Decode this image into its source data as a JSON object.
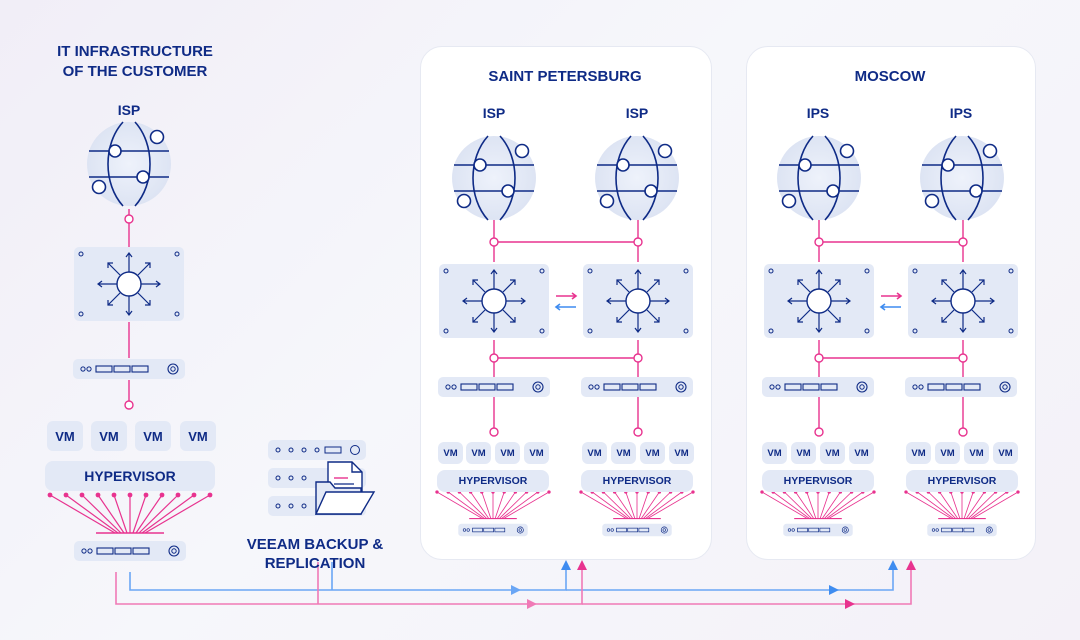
{
  "customer": {
    "title_line1": "IT INFRASTRUCTURE",
    "title_line2": "OF THE CUSTOMER",
    "isp_label": "ISP",
    "vm_labels": [
      "VM",
      "VM",
      "VM",
      "VM"
    ],
    "hypervisor_label": "HYPERVISOR"
  },
  "veeam": {
    "label_line1": "VEEAM BACKUP &",
    "label_line2": "REPLICATION"
  },
  "saint_petersburg": {
    "title": "SAINT PETERSBURG",
    "isp_labels": [
      "ISP",
      "ISP"
    ],
    "vm_labels": [
      "VM",
      "VM",
      "VM",
      "VM"
    ],
    "hypervisor_label": "HYPERVISOR"
  },
  "moscow": {
    "title": "MOSCOW",
    "isp_labels": [
      "IPS",
      "IPS"
    ],
    "vm_labels": [
      "VM",
      "VM",
      "VM",
      "VM"
    ],
    "hypervisor_label": "HYPERVISOR"
  },
  "colors": {
    "navy": "#0f2b86",
    "pink": "#e8338f",
    "blue": "#3f8cf0",
    "light_blue": "#e3e9f6"
  }
}
